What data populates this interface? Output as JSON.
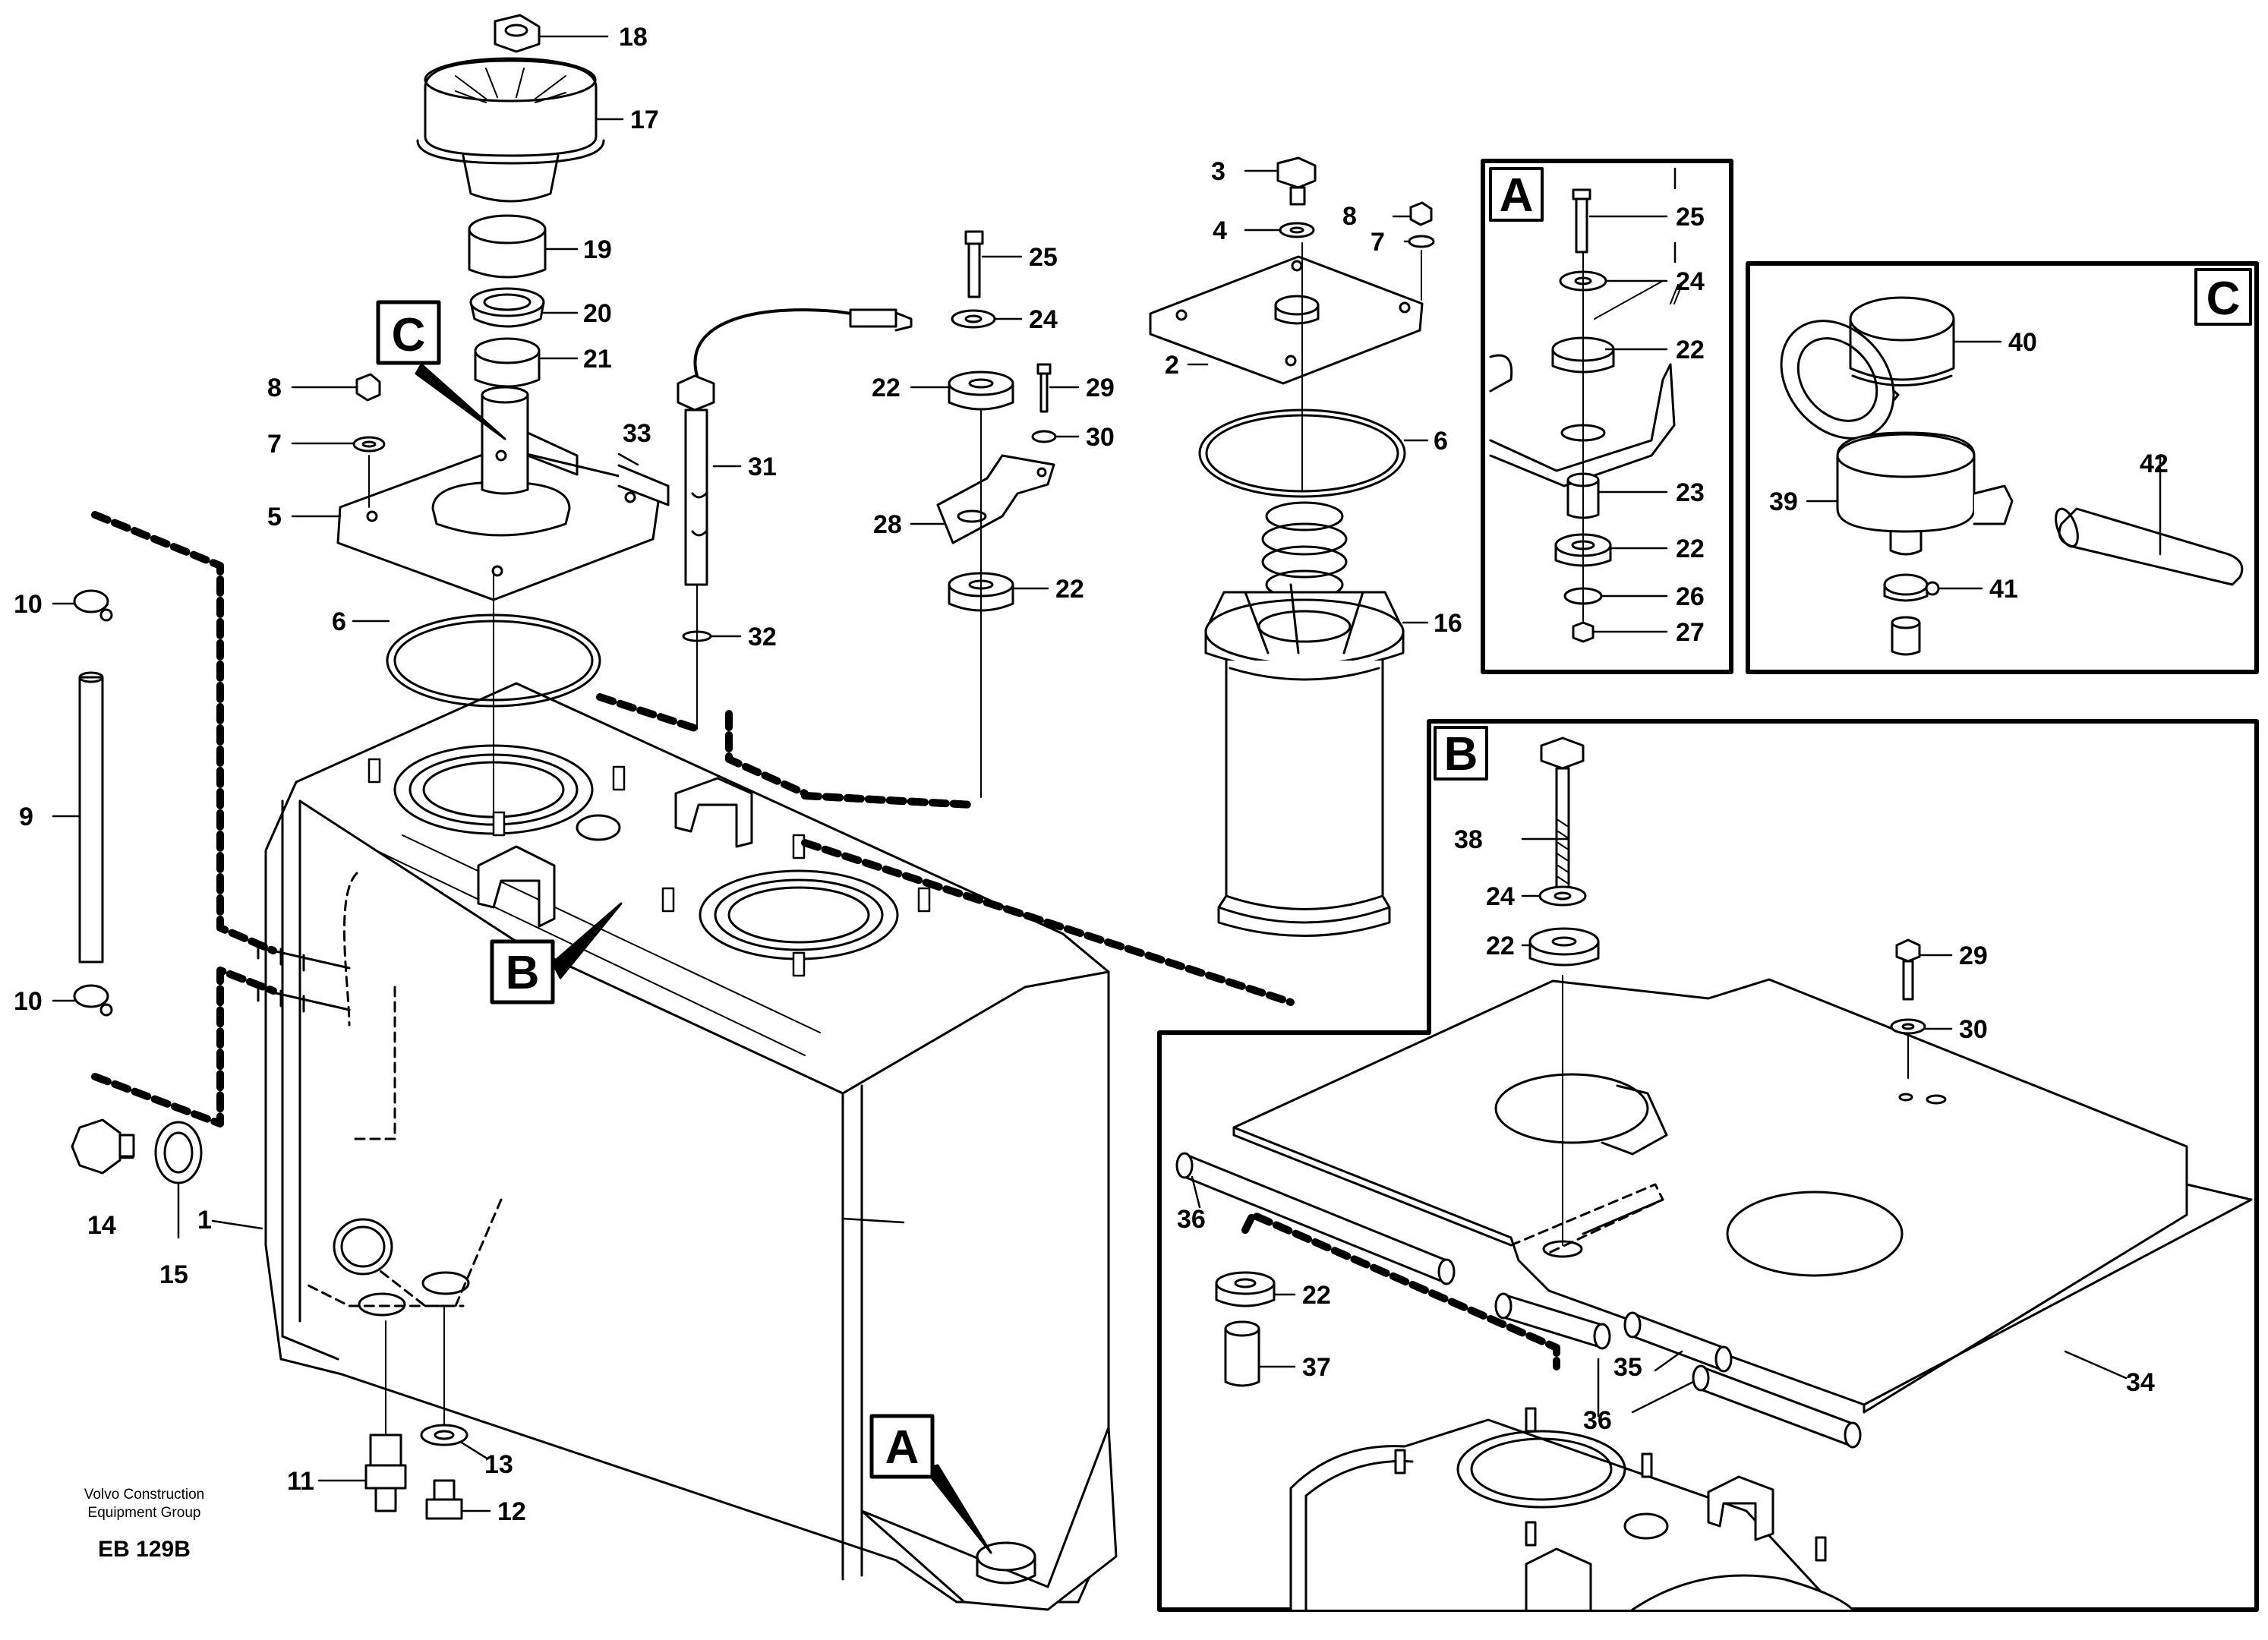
{
  "footer": {
    "line1": "Volvo Construction",
    "line2": "Equipment Group",
    "code": "EB 129B"
  },
  "detail_letters": [
    "A",
    "B",
    "C"
  ],
  "callouts": [
    "1",
    "2",
    "3",
    "4",
    "5",
    "6",
    "6",
    "7",
    "7",
    "8",
    "8",
    "9",
    "10",
    "10",
    "11",
    "12",
    "13",
    "14",
    "15",
    "16",
    "17",
    "18",
    "19",
    "20",
    "21",
    "22",
    "22",
    "22",
    "22",
    "22",
    "22",
    "23",
    "24",
    "24",
    "24",
    "25",
    "25",
    "26",
    "27",
    "28",
    "29",
    "29",
    "30",
    "30",
    "31",
    "32",
    "33",
    "34",
    "35",
    "36",
    "36",
    "37",
    "38",
    "39",
    "40",
    "41",
    "42"
  ]
}
